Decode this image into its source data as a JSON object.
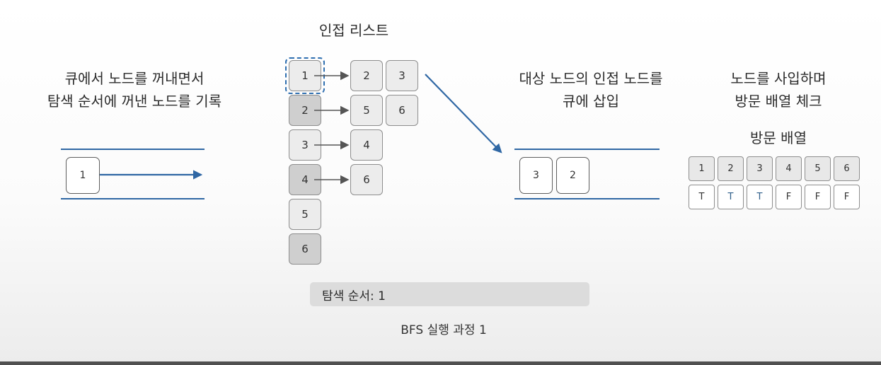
{
  "adjacency": {
    "title": "인접 리스트",
    "nodes": [
      "1",
      "2",
      "3",
      "4",
      "5",
      "6"
    ],
    "neighbors": [
      [
        "2",
        "3"
      ],
      [
        "5",
        "6"
      ],
      [
        "4"
      ],
      [
        "6"
      ],
      [],
      []
    ]
  },
  "left_note": {
    "line1": "큐에서 노드를 꺼내면서",
    "line2": "탐색 순서에 꺼낸 노드를 기록"
  },
  "left_queue": {
    "items": [
      "1"
    ]
  },
  "middle_note": {
    "line1": "대상 노드의 인접 노드를",
    "line2": "큐에 삽입"
  },
  "right_queue": {
    "items": [
      "3",
      "2"
    ]
  },
  "right_note": {
    "line1": "노드를 사입하며",
    "line2": "방문 배열 체크"
  },
  "visited": {
    "title": "방문 배열",
    "indices": [
      "1",
      "2",
      "3",
      "4",
      "5",
      "6"
    ],
    "values": [
      "T",
      "T",
      "T",
      "F",
      "F",
      "F"
    ]
  },
  "order_text": "탐색 순서: 1",
  "caption": "BFS 실행 과정 1",
  "colors": {
    "accent": "#2f67a4",
    "highlight_dash": "#2f6fb0",
    "true_text": "#2f5f8a"
  }
}
